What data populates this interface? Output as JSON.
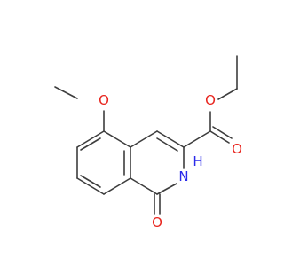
{
  "molecule": {
    "atoms": [
      {
        "id": "O_methoxy",
        "label": "O",
        "color": "#e8241d"
      },
      {
        "id": "O_ester",
        "label": "O",
        "color": "#e8241d"
      },
      {
        "id": "O_carbonyl_ester",
        "label": "O",
        "color": "#e8241d"
      },
      {
        "id": "N_ring",
        "label": "N",
        "color": "#2a2aea"
      },
      {
        "id": "H_ring",
        "label": "H",
        "color": "#2a2aea"
      },
      {
        "id": "O_lactam",
        "label": "O",
        "color": "#e8241d"
      }
    ],
    "bond_color": "#3d3d3d",
    "background": "#ffffff"
  }
}
